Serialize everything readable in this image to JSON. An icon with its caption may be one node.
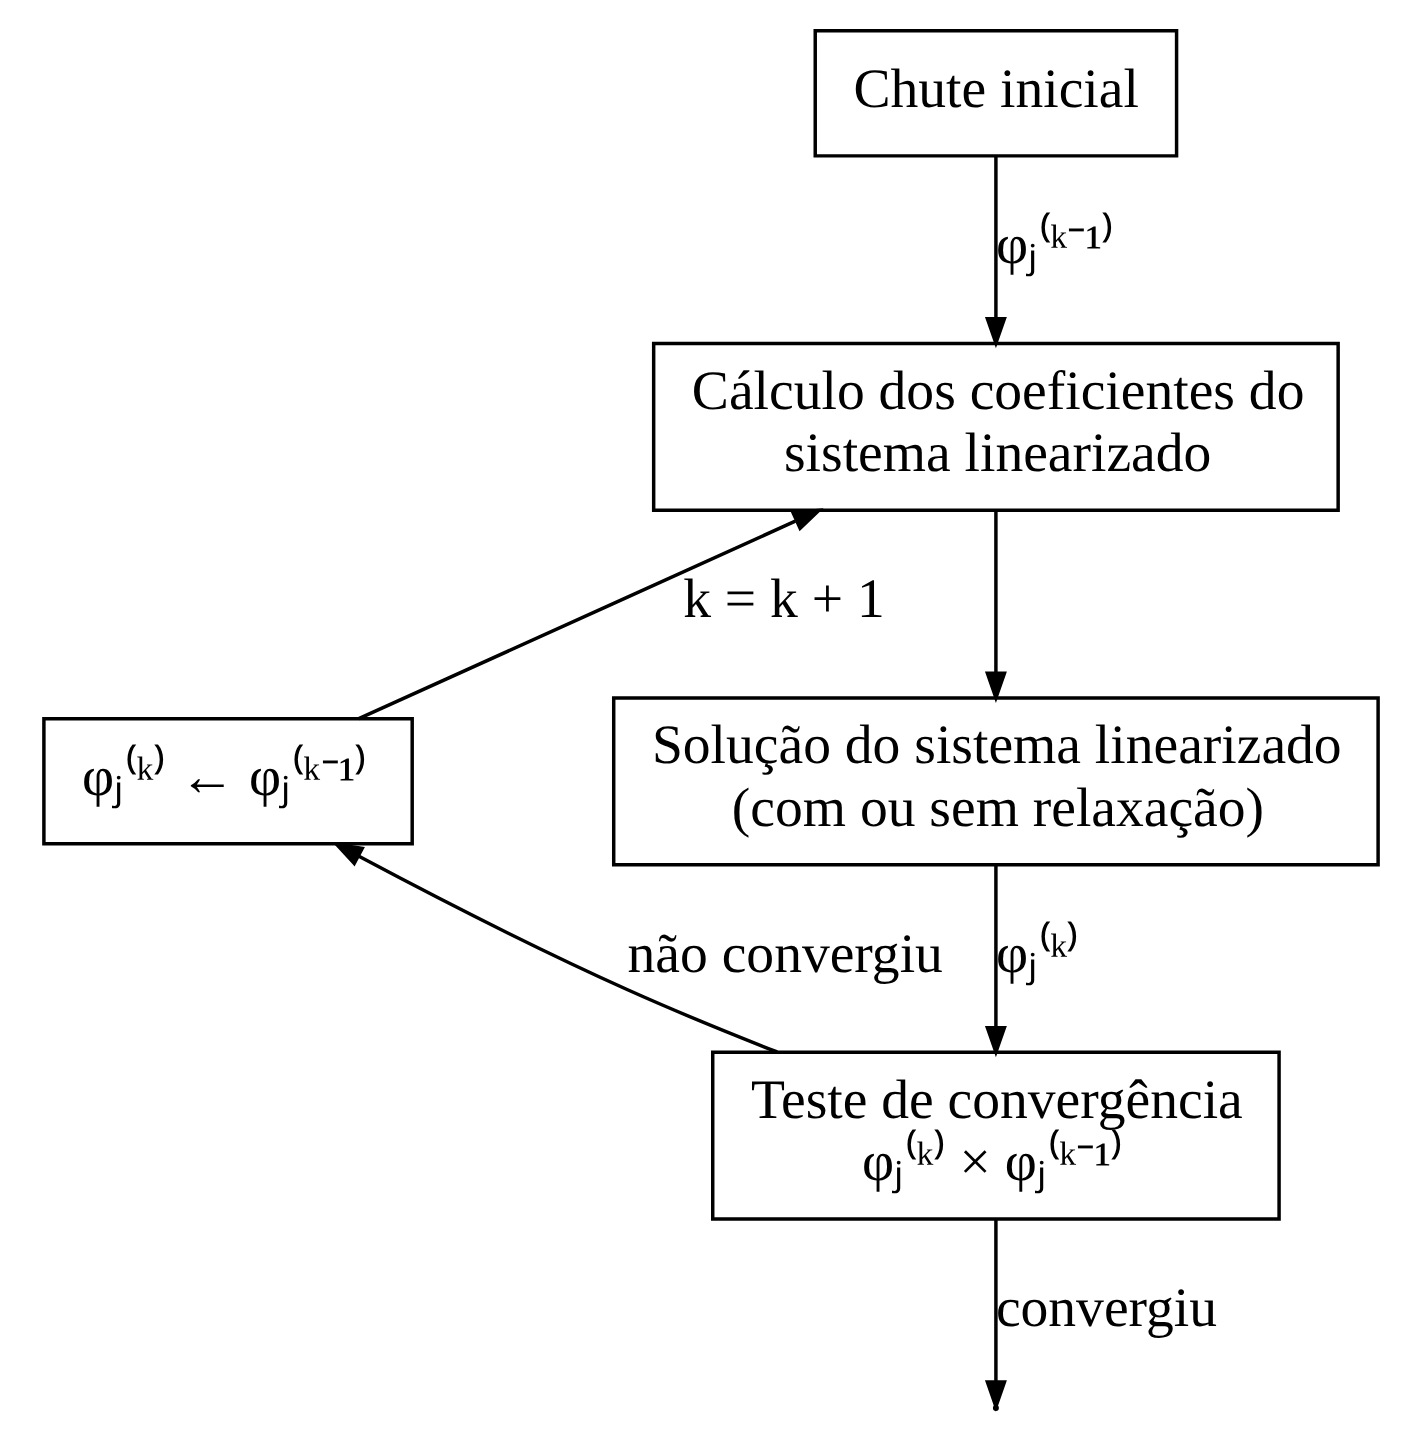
{
  "diagram": {
    "nodes": [
      {
        "text": [
          "Chute inicial"
        ]
      },
      {
        "text": [
          "Cálculo dos coeficientes do sistema linearizado"
        ]
      },
      {
        "text": [
          "Solução do sistema linearizado (com ou sem relaxação)"
        ]
      },
      {
        "text": [
          "Teste de convergência",
          "φⱼ⁽ᵏ⁾ × φⱼ⁽ᵏ⁻¹⁾"
        ]
      },
      {
        "text": [
          "φⱼ⁽ᵏ⁾ ← φⱼ⁽ᵏ⁻¹⁾"
        ]
      }
    ],
    "edges": [
      {
        "from": 0,
        "to": 1,
        "arrow": "to",
        "label": "φⱼ⁽ᵏ⁻¹⁾"
      },
      {
        "from": 1,
        "to": 2,
        "arrow": "to"
      },
      {
        "from": 2,
        "to": 3,
        "arrow": "to",
        "label": "φⱼ⁽ᵏ⁾"
      },
      {
        "from": 3,
        "to": 4,
        "arrow": "to",
        "label": "não convergiu"
      },
      {
        "from": 4,
        "to": 1,
        "arrow": "to",
        "label": "k = k + 1"
      },
      {
        "from": 3,
        "to": null,
        "arrow": "to",
        "label": "convergiu"
      }
    ]
  }
}
